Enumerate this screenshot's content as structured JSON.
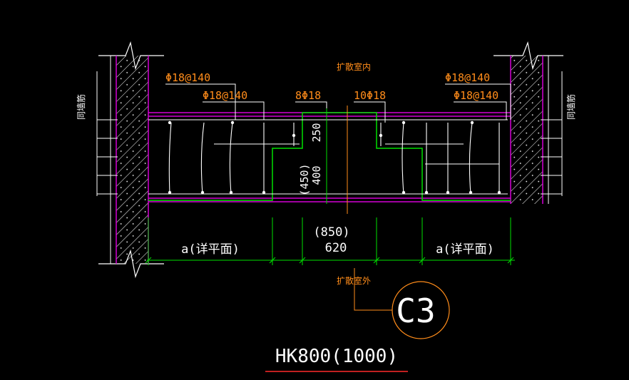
{
  "colors": {
    "background": "#000000",
    "wall_outline": "#ffffff",
    "wall_boundary": "#d400d4",
    "slab": "#d400d4",
    "concrete": "#00e000",
    "rebar": "#ffffff",
    "leader": "#ffffff",
    "dim": "#00e000",
    "label": "#ff8c1a",
    "title_underline": "#ff2b2b",
    "axis": "#ff8c1a"
  },
  "labels": {
    "top_side": "扩散室内",
    "bottom_side": "扩散室外",
    "wall_left": "同墙筋",
    "wall_right": "同墙筋",
    "rebar_left_outer": "Φ18@140",
    "rebar_left_inner": "Φ18@140",
    "rebar_right_outer": "Φ18@140",
    "rebar_right_inner": "Φ18@140",
    "rebar_center_left": "8Φ18",
    "rebar_center_right": "10Φ18",
    "dim_top_height": "250",
    "dim_bottom_height_alt": "(450)",
    "dim_bottom_height": "400",
    "dim_left_span": "a(详平面)",
    "dim_right_span": "a(详平面)",
    "dim_center_width_alt": "(850)",
    "dim_center_width": "620",
    "section_mark": "C3",
    "title": "HK800(1000)"
  }
}
